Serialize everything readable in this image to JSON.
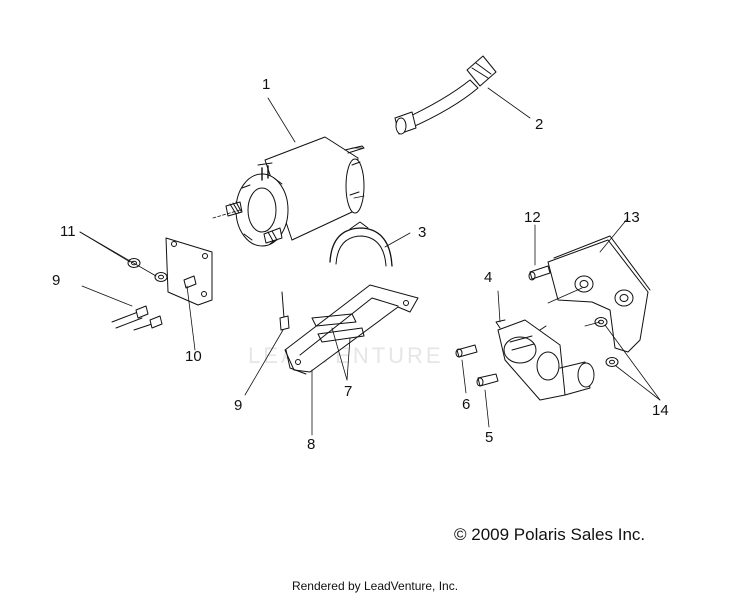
{
  "callouts": {
    "c1": "1",
    "c2": "2",
    "c3": "3",
    "c4": "4",
    "c5": "5",
    "c6": "6",
    "c7": "7",
    "c8": "8",
    "c9a": "9",
    "c9b": "9",
    "c10": "10",
    "c11": "11",
    "c12": "12",
    "c13": "13",
    "c14": "14"
  },
  "copyright": "© 2009 Polaris Sales Inc.",
  "rendered_by": "Rendered by LeadVenture, Inc.",
  "watermark": "LEADVENTURE",
  "colors": {
    "line": "#111111",
    "background": "#ffffff",
    "watermark": "#e6e6e6"
  }
}
